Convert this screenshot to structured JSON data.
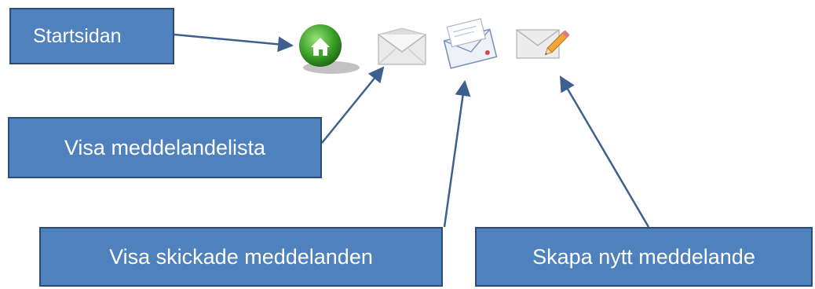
{
  "callouts": {
    "home": "Startsidan",
    "list": "Visa meddelandelista",
    "sent": "Visa skickade meddelanden",
    "new": "Skapa nytt meddelande"
  },
  "icons": [
    {
      "name": "home-icon",
      "meaning": "Startsidan"
    },
    {
      "name": "envelope-closed-icon",
      "meaning": "Visa meddelandelista"
    },
    {
      "name": "envelope-open-icon",
      "meaning": "Visa skickade meddelanden"
    },
    {
      "name": "envelope-pencil-icon",
      "meaning": "Skapa nytt meddelande"
    }
  ],
  "colors": {
    "callout_fill": "#4f81bd",
    "callout_border": "#2c4a7a",
    "arrow": "#3f5f8f",
    "home_green": "#3fa62b"
  }
}
